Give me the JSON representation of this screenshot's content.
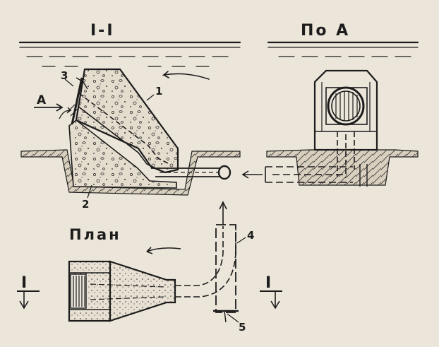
{
  "views": {
    "section": {
      "title": "I-I"
    },
    "view_a": {
      "title": "По А"
    },
    "plan": {
      "title": "План"
    }
  },
  "marks": {
    "arrow_a": "А",
    "cut_left": "I",
    "cut_right": "I"
  },
  "callouts": [
    "1",
    "2",
    "3",
    "4",
    "5"
  ],
  "colors": {
    "ink": "#1c1c1c",
    "paper": "#ece6da",
    "concrete": "#e4dccd"
  }
}
